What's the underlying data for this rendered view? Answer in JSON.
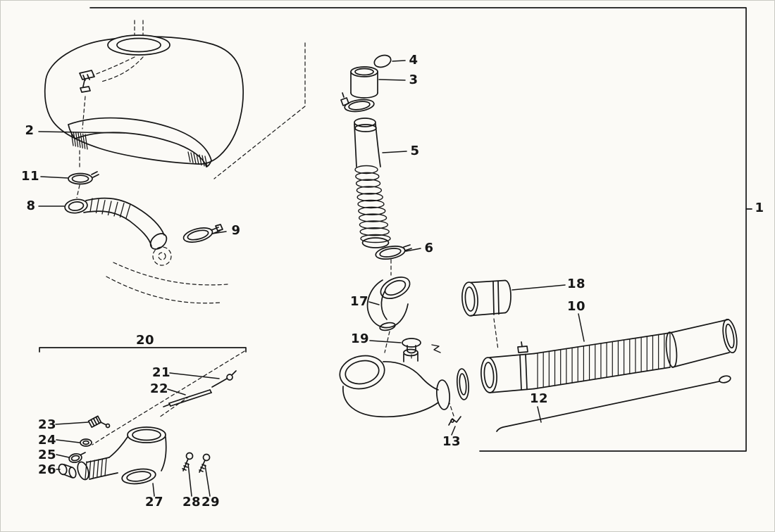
{
  "page": {
    "background": "#fbfaf6",
    "ink": "#161616",
    "kind": "exploded-parts-diagram"
  },
  "labels": [
    {
      "text": "2"
    },
    {
      "text": "11"
    },
    {
      "text": "8"
    },
    {
      "text": "9"
    },
    {
      "text": "4"
    },
    {
      "text": "3"
    },
    {
      "text": "5"
    },
    {
      "text": "6"
    },
    {
      "text": "17"
    },
    {
      "text": "18"
    },
    {
      "text": "10"
    },
    {
      "text": "19"
    },
    {
      "text": "12"
    },
    {
      "text": "13"
    },
    {
      "text": "1"
    },
    {
      "text": "20"
    },
    {
      "text": "21"
    },
    {
      "text": "22"
    },
    {
      "text": "23"
    },
    {
      "text": "24"
    },
    {
      "text": "25"
    },
    {
      "text": "26"
    },
    {
      "text": "27"
    },
    {
      "text": "28"
    },
    {
      "text": "29"
    }
  ]
}
